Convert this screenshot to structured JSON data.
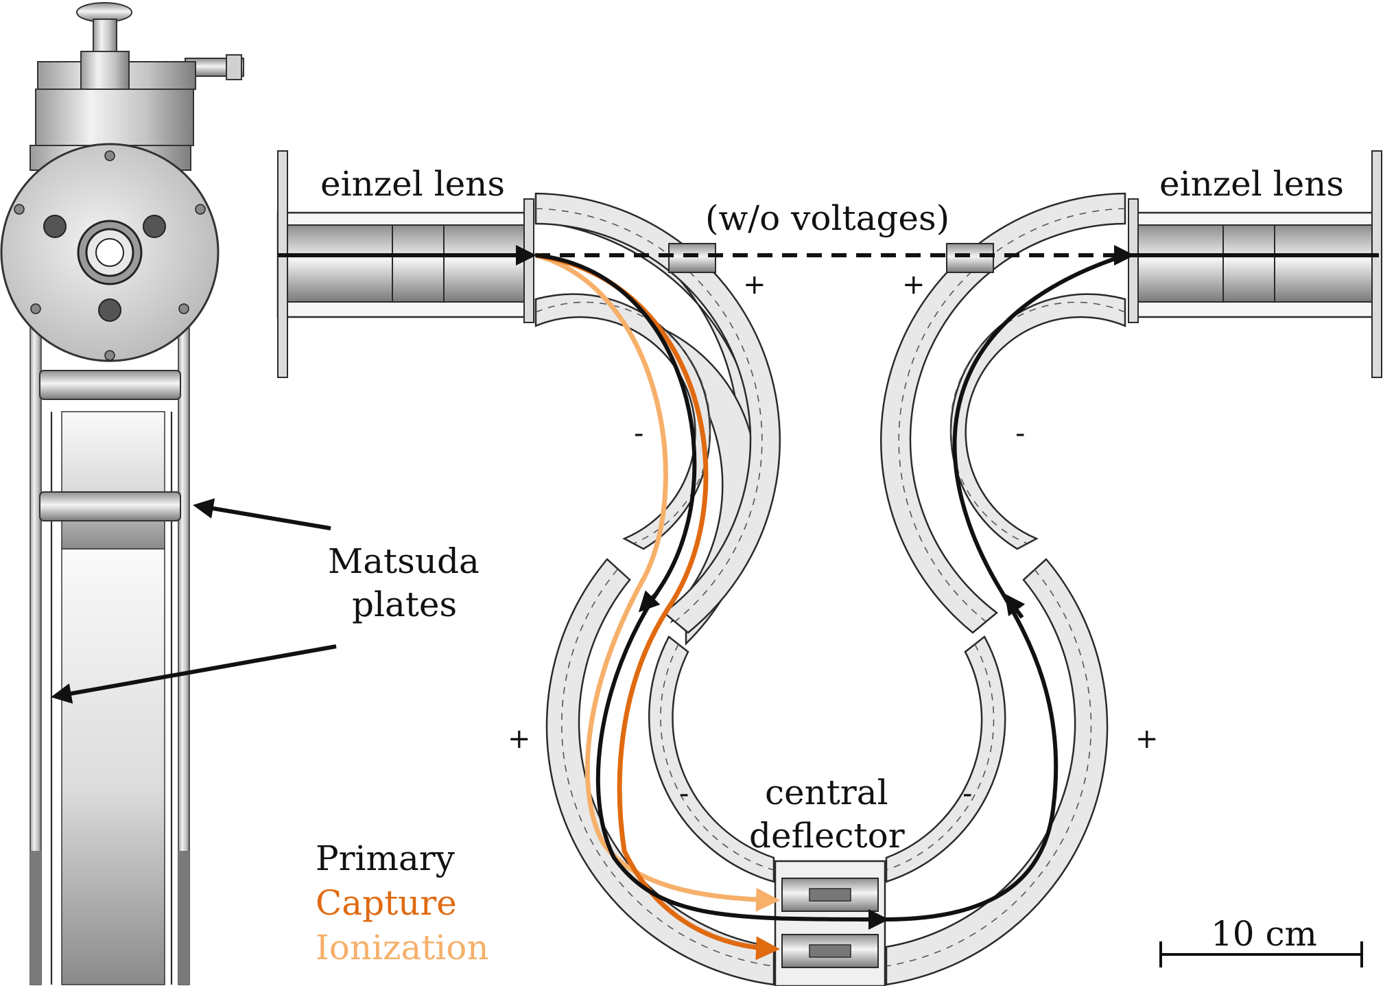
{
  "labels": {
    "einzel_left": "einzel lens",
    "einzel_right": "einzel lens",
    "without_voltages": "(w/o voltages)",
    "matsuda_line1": "Matsuda",
    "matsuda_line2": "plates",
    "central_line1": "central",
    "central_line2": "deflector",
    "scale": "10 cm"
  },
  "signs": {
    "top_left_plus": "+",
    "top_right_plus": "+",
    "left_minus": "-",
    "right_minus": "-",
    "lower_left_plus": "+",
    "lower_right_plus": "+",
    "bottom_left_minus": "-",
    "bottom_right_minus": "-"
  },
  "legend": [
    {
      "label": "Primary",
      "color": "#111111"
    },
    {
      "label": "Capture",
      "color": "#e06a10"
    },
    {
      "label": "Ionization",
      "color": "#f6b06a"
    }
  ],
  "colors": {
    "primary": "#111111",
    "capture": "#e06a10",
    "ionization": "#f6b06a",
    "plate_fill": "#e8e8e8"
  }
}
